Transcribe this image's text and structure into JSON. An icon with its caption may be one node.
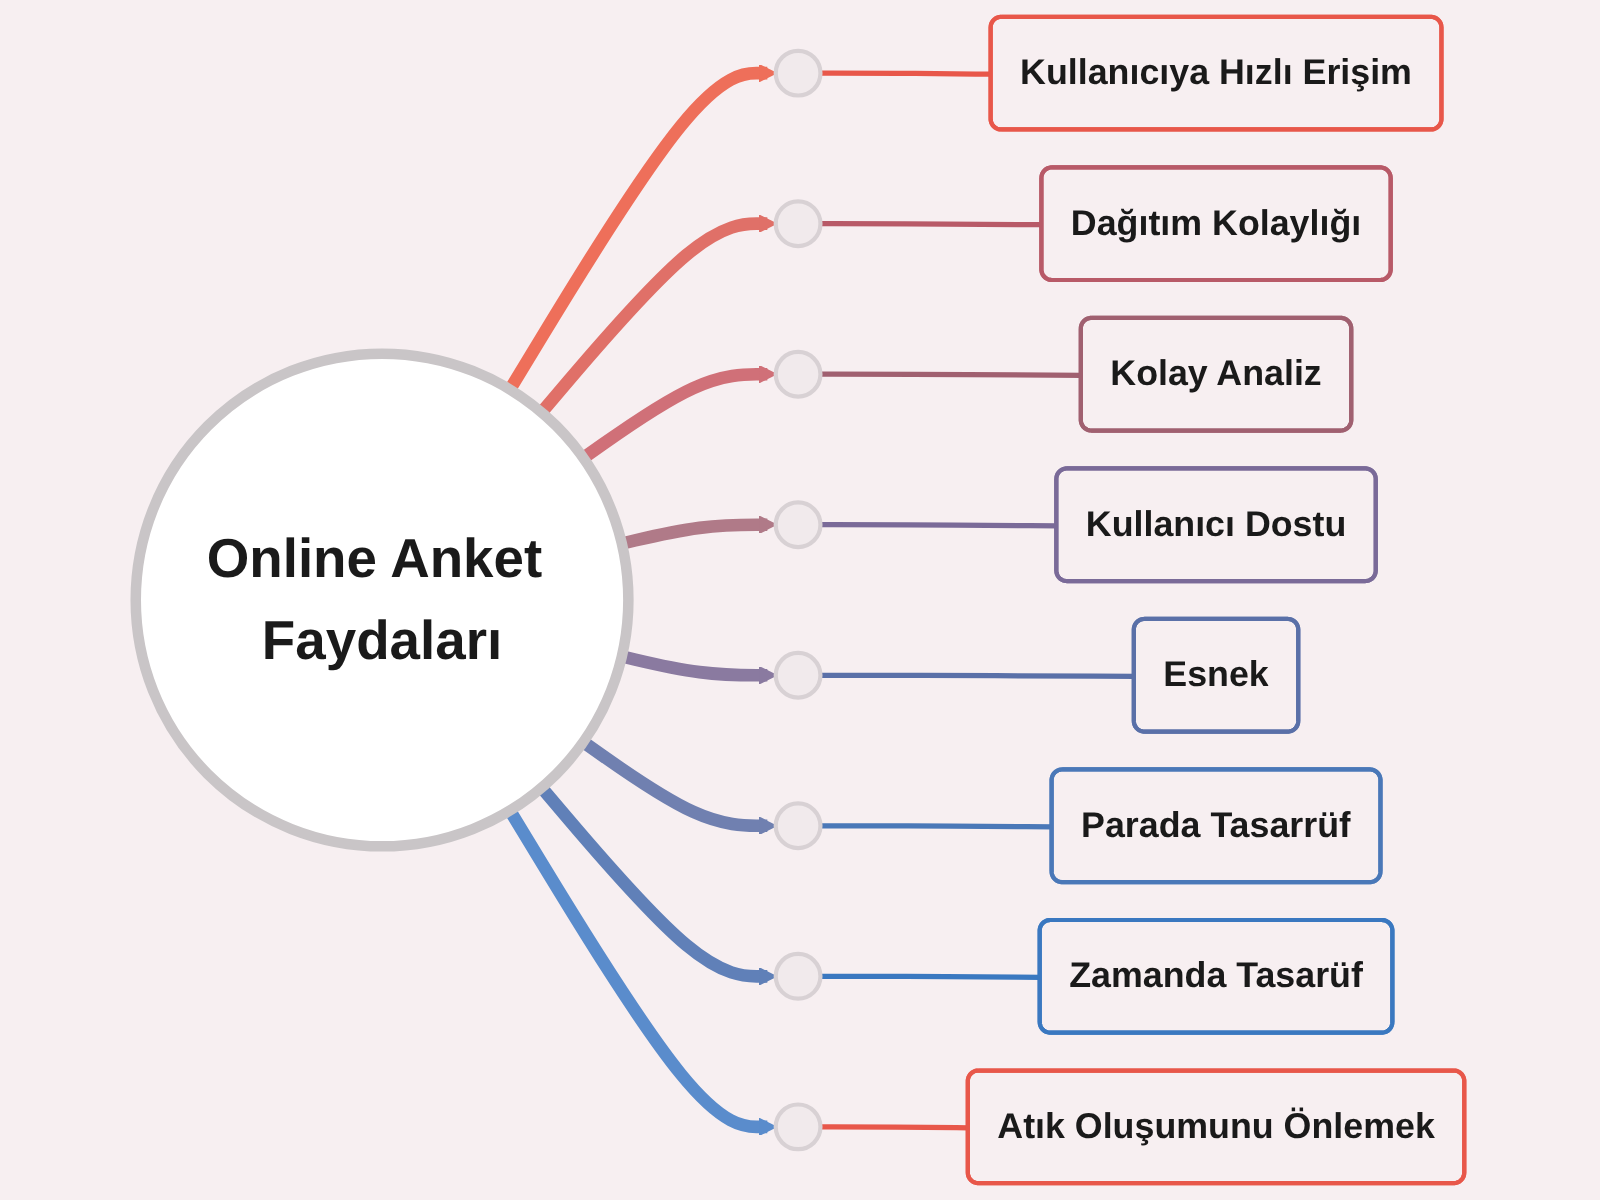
{
  "diagram": {
    "nodes": [
      {
        "text": [
          "Online Anket Faydaları"
        ]
      },
      {
        "text": [],
        "shape": "circle"
      },
      {
        "text": [
          "Kullanıcıya Hızlı Erişim"
        ]
      },
      {
        "text": [],
        "shape": "circle"
      },
      {
        "text": [
          "Dağıtım Kolaylığı"
        ]
      },
      {
        "text": [],
        "shape": "circle"
      },
      {
        "text": [
          "Kolay Analiz"
        ]
      },
      {
        "text": [],
        "shape": "circle"
      },
      {
        "text": [
          "Kullanıcı Dostu"
        ]
      },
      {
        "text": [],
        "shape": "circle"
      },
      {
        "text": [
          "Esnek"
        ]
      },
      {
        "text": [],
        "shape": "circle"
      },
      {
        "text": [
          "Parada Tasarrüf"
        ]
      },
      {
        "text": [],
        "shape": "circle"
      },
      {
        "text": [
          "Zamanda Tasarüf"
        ]
      },
      {
        "text": [],
        "shape": "circle"
      },
      {
        "text": [
          "Atık Oluşumunu Önlemek"
        ]
      }
    ],
    "edges": [
      {
        "from": 0,
        "to": 1,
        "arrow": "to",
        "style": "thick",
        "color": "#ee6f5a"
      },
      {
        "from": 1,
        "to": 2,
        "arrow": "none",
        "color": "#e8574a"
      },
      {
        "from": 0,
        "to": 3,
        "arrow": "to",
        "style": "thick",
        "color": "#e07068"
      },
      {
        "from": 3,
        "to": 4,
        "arrow": "none",
        "color": "#b85a68"
      },
      {
        "from": 0,
        "to": 5,
        "arrow": "to",
        "style": "thick",
        "color": "#d07078"
      },
      {
        "from": 5,
        "to": 6,
        "arrow": "none",
        "color": "#a06070"
      },
      {
        "from": 0,
        "to": 7,
        "arrow": "to",
        "style": "thick",
        "color": "#b07a88"
      },
      {
        "from": 7,
        "to": 8,
        "arrow": "none",
        "color": "#7a6a98"
      },
      {
        "from": 0,
        "to": 9,
        "arrow": "to",
        "style": "thick",
        "color": "#8a7aa0"
      },
      {
        "from": 9,
        "to": 10,
        "arrow": "none",
        "color": "#5a70a8"
      },
      {
        "from": 0,
        "to": 11,
        "arrow": "to",
        "style": "thick",
        "color": "#7080b0"
      },
      {
        "from": 11,
        "to": 12,
        "arrow": "none",
        "color": "#4a78b8"
      },
      {
        "from": 0,
        "to": 13,
        "arrow": "to",
        "style": "thick",
        "color": "#6080b8"
      },
      {
        "from": 13,
        "to": 14,
        "arrow": "none",
        "color": "#3a78c0"
      },
      {
        "from": 0,
        "to": 15,
        "arrow": "to",
        "style": "thick",
        "color": "#5a8ccc"
      },
      {
        "from": 15,
        "to": 16,
        "arrow": "none",
        "color": "#e8574a"
      }
    ]
  }
}
